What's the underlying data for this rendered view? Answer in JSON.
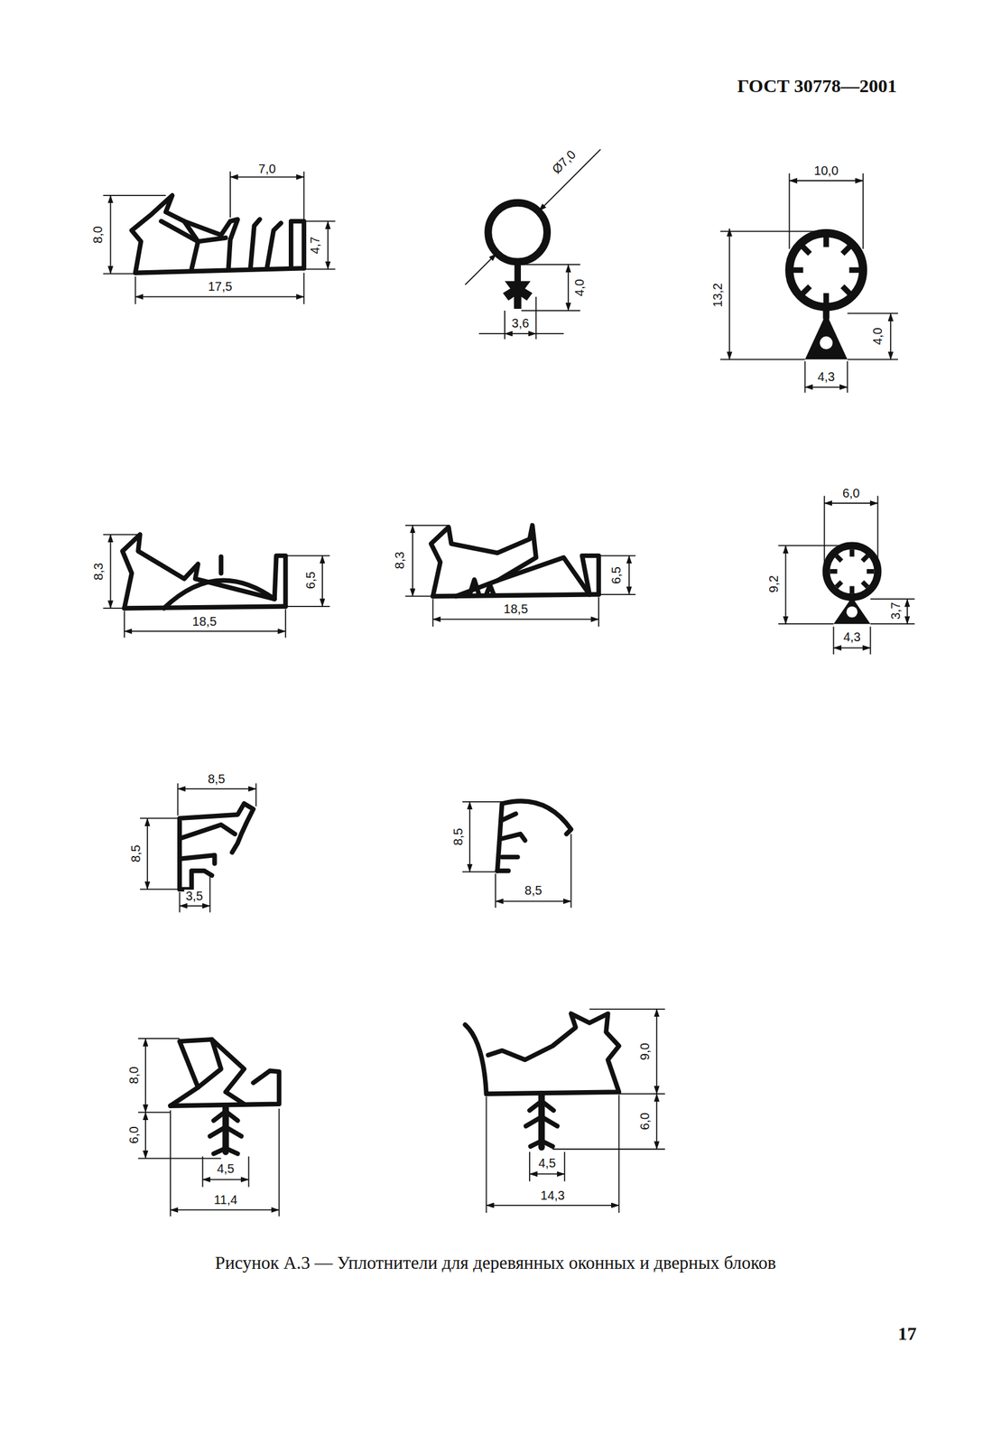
{
  "diagram": {
    "title": "ГОСТ 30778—2001",
    "caption": "Рисунок А.3 — Уплотнители для деревянных оконных и дверных блоков",
    "labels": [
      "7,0",
      "8,0",
      "4,7",
      "17,5",
      "Ø7,0",
      "4,0",
      "3,6",
      "10,0",
      "13,2",
      "4,0",
      "4,3",
      "8,3",
      "6,5",
      "18,5",
      "8,3",
      "6,5",
      "18,5",
      "6,0",
      "9,2",
      "3,7",
      "4,3",
      "8,5",
      "8,5",
      "3,5",
      "8,5",
      "8,5",
      "8,0",
      "6,0",
      "4,5",
      "11,4",
      "9,0",
      "6,0",
      "4,5",
      "14,3",
      "17"
    ]
  }
}
